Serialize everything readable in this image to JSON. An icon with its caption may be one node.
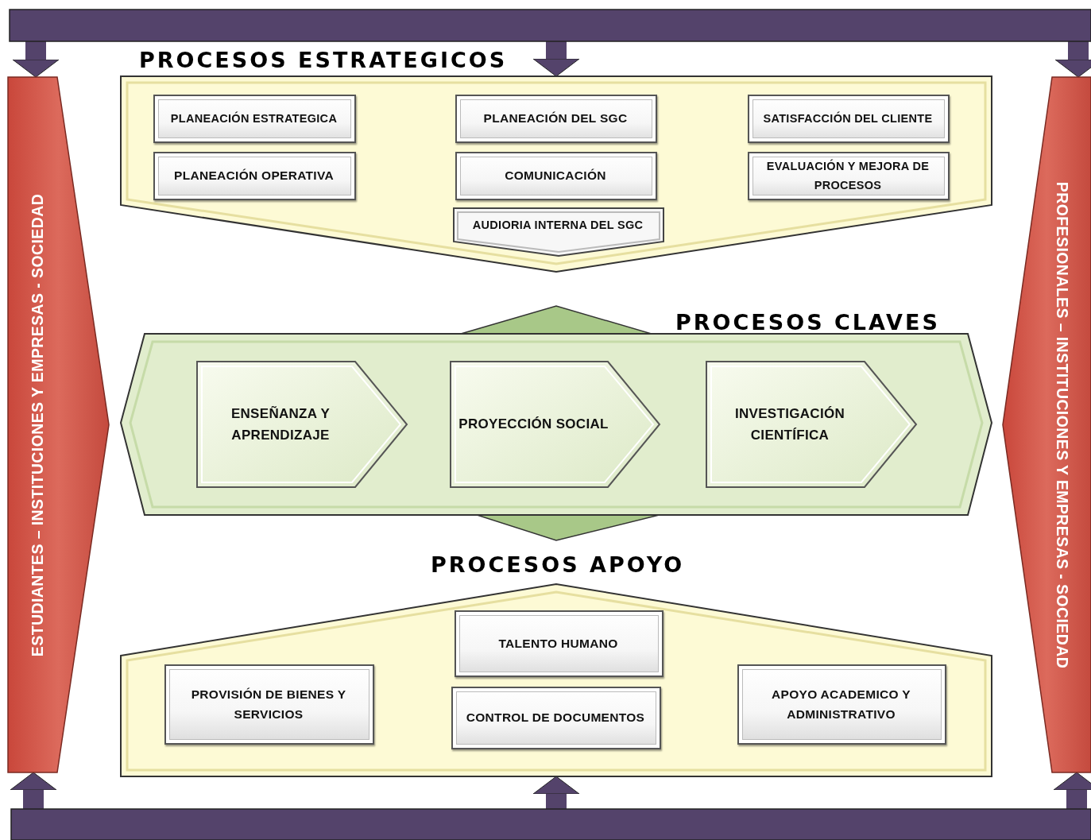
{
  "diagram": {
    "nodes": [
      {
        "text": [],
        "shape": "bar"
      },
      {
        "text": [],
        "shape": "bar"
      },
      {
        "text": [
          "ESTUDIANTES – INSTITUCIONES Y EMPRESAS - SOCIEDAD"
        ]
      },
      {
        "text": [
          "PROFESIONALES – INSTITUCIONES Y EMPRESAS - SOCIEDAD"
        ]
      },
      {
        "text": [
          "PROCESOS ESTRATEGICOS"
        ]
      },
      {
        "text": [
          "PLANEACIÓN ESTRATEGICA"
        ],
        "in": 4
      },
      {
        "text": [
          "PLANEACIÓN DEL SGC"
        ],
        "in": 4
      },
      {
        "text": [
          "SATISFACCIÓN DEL CLIENTE"
        ],
        "in": 4
      },
      {
        "text": [
          "PLANEACIÓN OPERATIVA"
        ],
        "in": 4
      },
      {
        "text": [
          "COMUNICACIÓN"
        ],
        "in": 4
      },
      {
        "text": [
          "EVALUACIÓN Y MEJORA DE PROCESOS"
        ],
        "in": 4
      },
      {
        "text": [
          "AUDIORIA INTERNA DEL SGC"
        ],
        "in": 4
      },
      {
        "text": [
          "PROCESOS CLAVES"
        ]
      },
      {
        "text": [
          "ENSEÑANZA Y APRENDIZAJE"
        ],
        "in": 12
      },
      {
        "text": [
          "PROYECCIÓN SOCIAL"
        ],
        "in": 12
      },
      {
        "text": [
          "INVESTIGACIÓN CIENTÍFICA"
        ],
        "in": 12
      },
      {
        "text": [
          "PROCESOS APOYO"
        ]
      },
      {
        "text": [
          "TALENTO HUMANO"
        ],
        "in": 16
      },
      {
        "text": [
          "PROVISIÓN DE BIENES Y SERVICIOS"
        ],
        "in": 16
      },
      {
        "text": [
          "CONTROL DE DOCUMENTOS"
        ],
        "in": 16
      },
      {
        "text": [
          "APOYO ACADEMICO Y ADMINISTRATIVO"
        ],
        "in": 16
      }
    ],
    "edges": [
      {
        "from": 0,
        "to": 2,
        "arrow": "to"
      },
      {
        "from": 0,
        "to": 4,
        "arrow": "to"
      },
      {
        "from": 0,
        "to": 3,
        "arrow": "to"
      },
      {
        "from": 1,
        "to": 2,
        "arrow": "to"
      },
      {
        "from": 1,
        "to": 16,
        "arrow": "to"
      },
      {
        "from": 1,
        "to": 3,
        "arrow": "to"
      }
    ]
  }
}
